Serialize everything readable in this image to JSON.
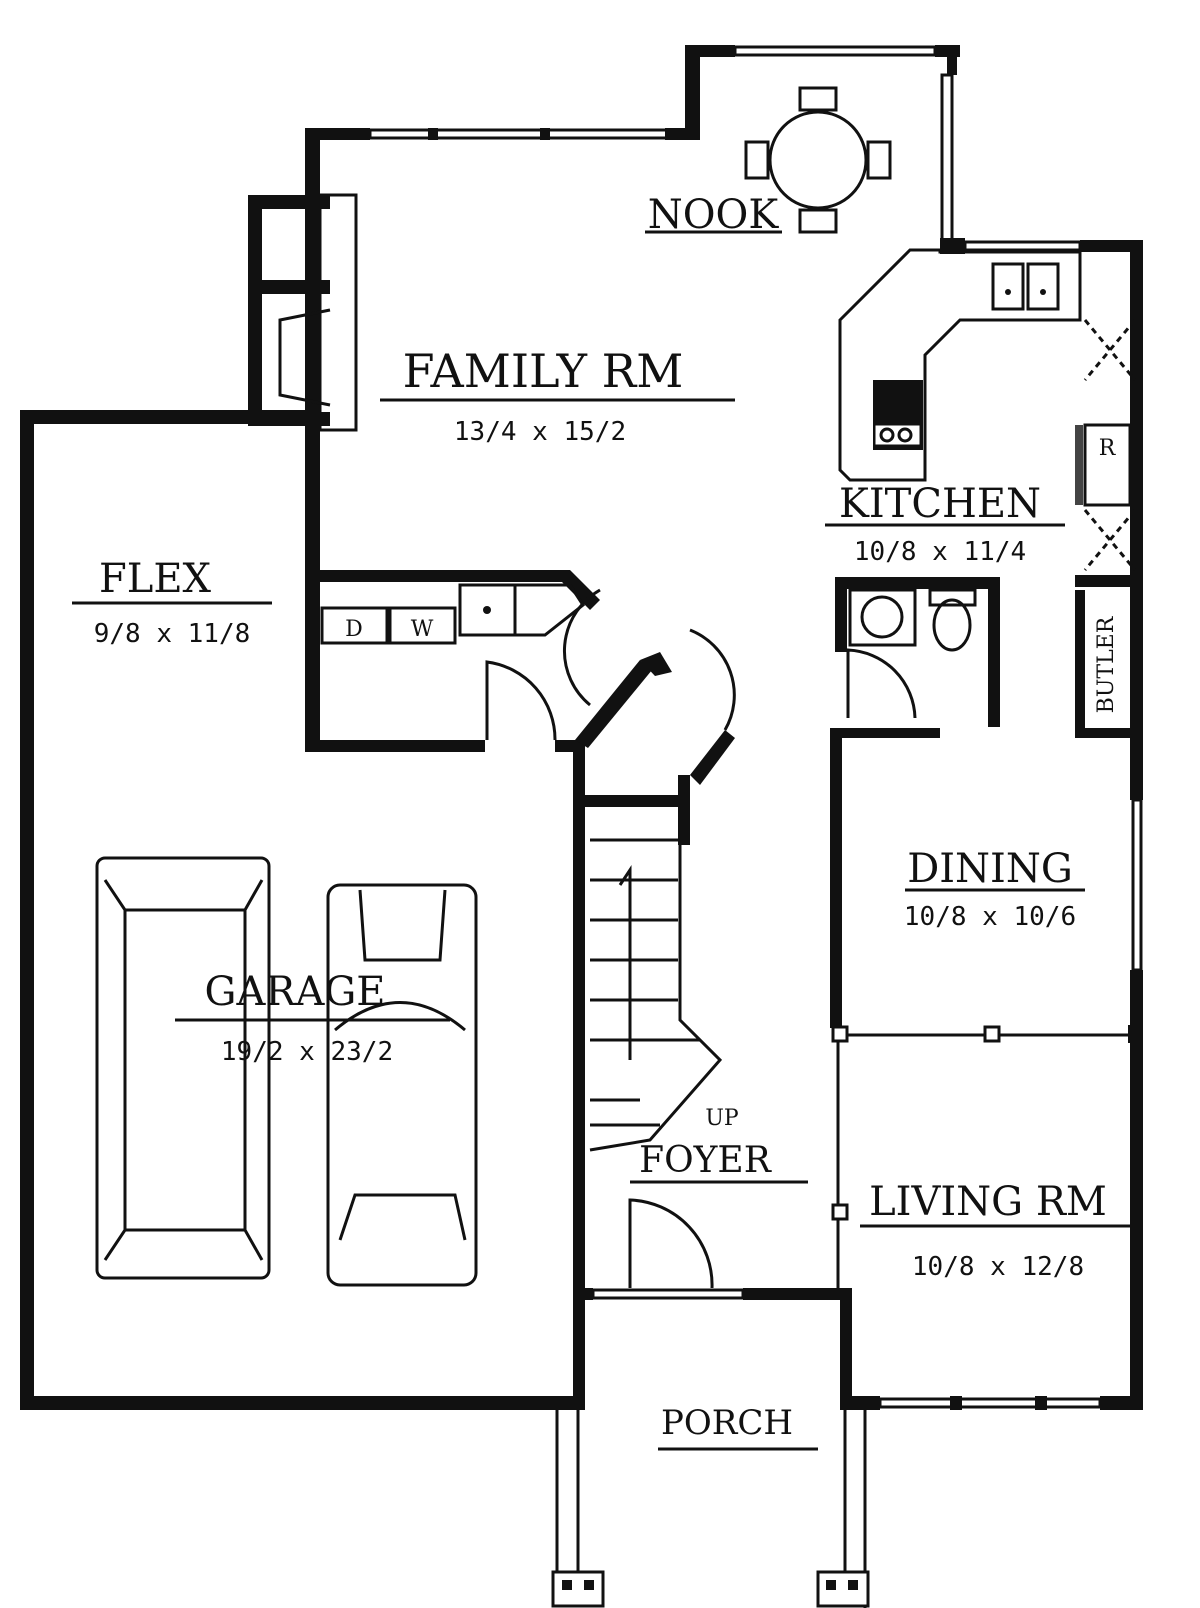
{
  "plan": {
    "rooms": {
      "nook": {
        "name": "NOOK"
      },
      "family": {
        "name": "FAMILY RM",
        "size": "13/4 x 15/2"
      },
      "kitchen": {
        "name": "KITCHEN",
        "size": "10/8 x 11/4"
      },
      "flex": {
        "name": "FLEX",
        "size": "9/8 x 11/8"
      },
      "dining": {
        "name": "DINING",
        "size": "10/8 x 10/6"
      },
      "garage": {
        "name": "GARAGE",
        "size": "19/2 x 23/2"
      },
      "foyer": {
        "name": "FOYER"
      },
      "living": {
        "name": "LIVING RM",
        "size": "10/8 x 12/8"
      },
      "porch": {
        "name": "PORCH"
      }
    },
    "fixtures": {
      "dryer": "D",
      "washer": "W",
      "refrigerator": "R",
      "butler": "BUTLER",
      "stairs": "UP"
    }
  }
}
